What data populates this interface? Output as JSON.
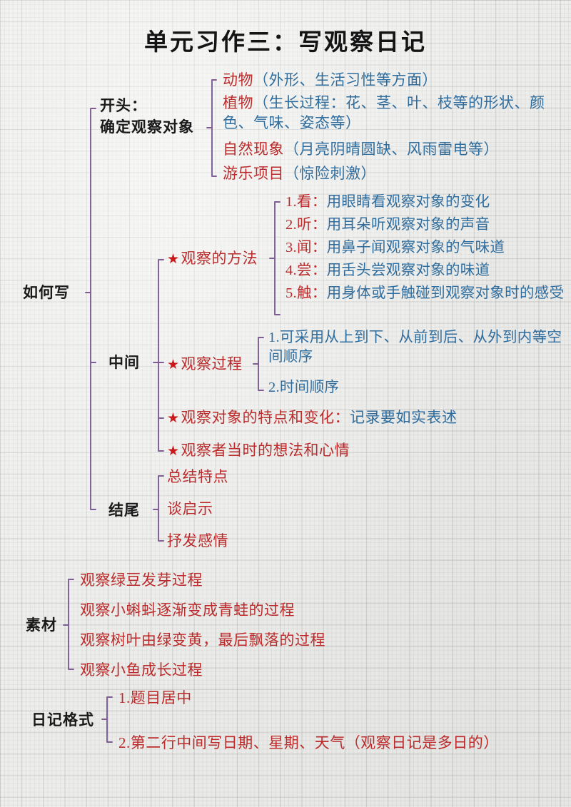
{
  "title": "单元习作三：写观察日记",
  "colors": {
    "red": "#bb2b2b",
    "blue": "#2f6d9e",
    "black": "#1a1a1a",
    "connector": "#7d5d93",
    "star": "#cc1818",
    "paper": "#ededeb"
  },
  "branches": {
    "howto": {
      "label": "如何写",
      "beginning": {
        "label_line1": "开头：",
        "label_line2": "确定观察对象",
        "items": [
          {
            "red": "动物",
            "blue": "（外形、生活习性等方面）"
          },
          {
            "red": "植物",
            "blue": "（生长过程：花、茎、叶、枝等的形状、颜色、气味、姿态等）"
          },
          {
            "red": "自然现象",
            "blue": "（月亮阴晴圆缺、风雨雷电等）"
          },
          {
            "red": "游乐项目",
            "blue": "（惊险刺激）"
          }
        ]
      },
      "middle": {
        "label": "中间",
        "methods": {
          "star": "★",
          "label": "观察的方法",
          "items": [
            {
              "red": "1.看：",
              "blue": "用眼睛看观察对象的变化"
            },
            {
              "red": "2.听：",
              "blue": "用耳朵听观察对象的声音"
            },
            {
              "red": "3.闻：",
              "blue": "用鼻子闻观察对象的气味道"
            },
            {
              "red": "4.尝：",
              "blue": "用舌头尝观察对象的味道"
            },
            {
              "red": "5.触：",
              "blue": "用身体或手触碰到观察对象时的感受"
            }
          ]
        },
        "process": {
          "star": "★",
          "label": "观察过程",
          "items": [
            {
              "blue": "1.可采用从上到下、从前到后、从外到内等空间顺序"
            },
            {
              "blue": "2.时间顺序"
            }
          ]
        },
        "features": {
          "star": "★",
          "red": "观察对象的特点和变化：",
          "blue": "记录要如实表述"
        },
        "feelings": {
          "star": "★",
          "red": "观察者当时的想法和心情"
        }
      },
      "ending": {
        "label": "结尾",
        "items": [
          {
            "red": "总结特点"
          },
          {
            "red": "谈启示"
          },
          {
            "red": "抒发感情"
          }
        ]
      }
    },
    "material": {
      "label": "素材",
      "items": [
        {
          "red": "观察绿豆发芽过程"
        },
        {
          "red": "观察小蝌蚪逐渐变成青蛙的过程"
        },
        {
          "red": "观察树叶由绿变黄，最后飘落的过程"
        },
        {
          "red": "观察小鱼成长过程"
        }
      ]
    },
    "format": {
      "label": "日记格式",
      "items": [
        {
          "red": "1.题目居中"
        },
        {
          "red": "2.第二行中间写日期、星期、天气（观察日记是多日的）"
        }
      ]
    }
  }
}
